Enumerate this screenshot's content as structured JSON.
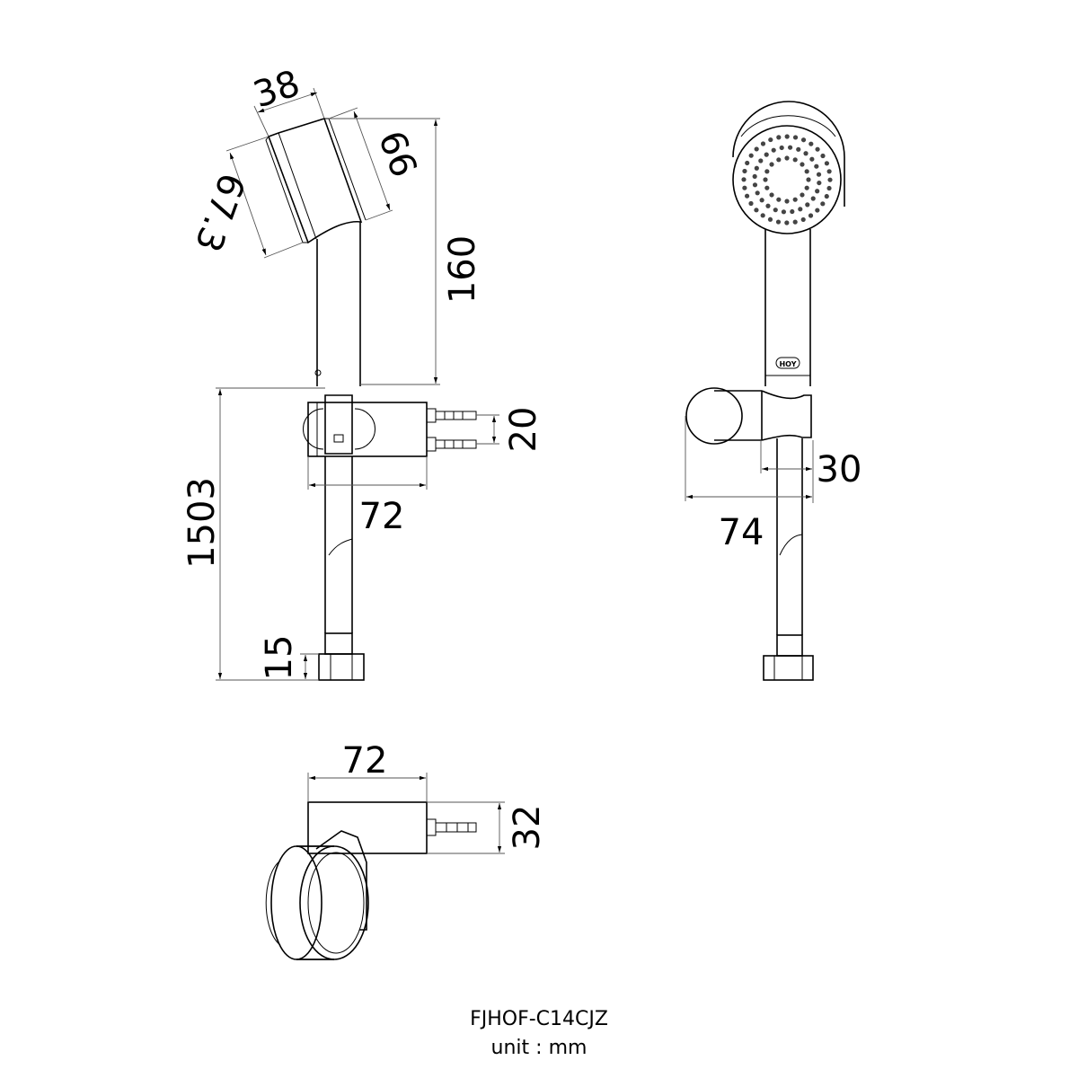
{
  "model": "FJHOF-C14CJZ",
  "unit": "unit : mm",
  "logo": "HOY",
  "side_view": {
    "d_width": "38",
    "d_face": "67.3",
    "d_head": "66",
    "d_handle": "160",
    "d_total": "1503",
    "d_nut": "15",
    "d_bracket": "72",
    "d_barbs": "20"
  },
  "front_view": {
    "d_clamp": "30",
    "d_holder": "74"
  },
  "top_view": {
    "d_bracket": "72",
    "d_depth": "32"
  }
}
